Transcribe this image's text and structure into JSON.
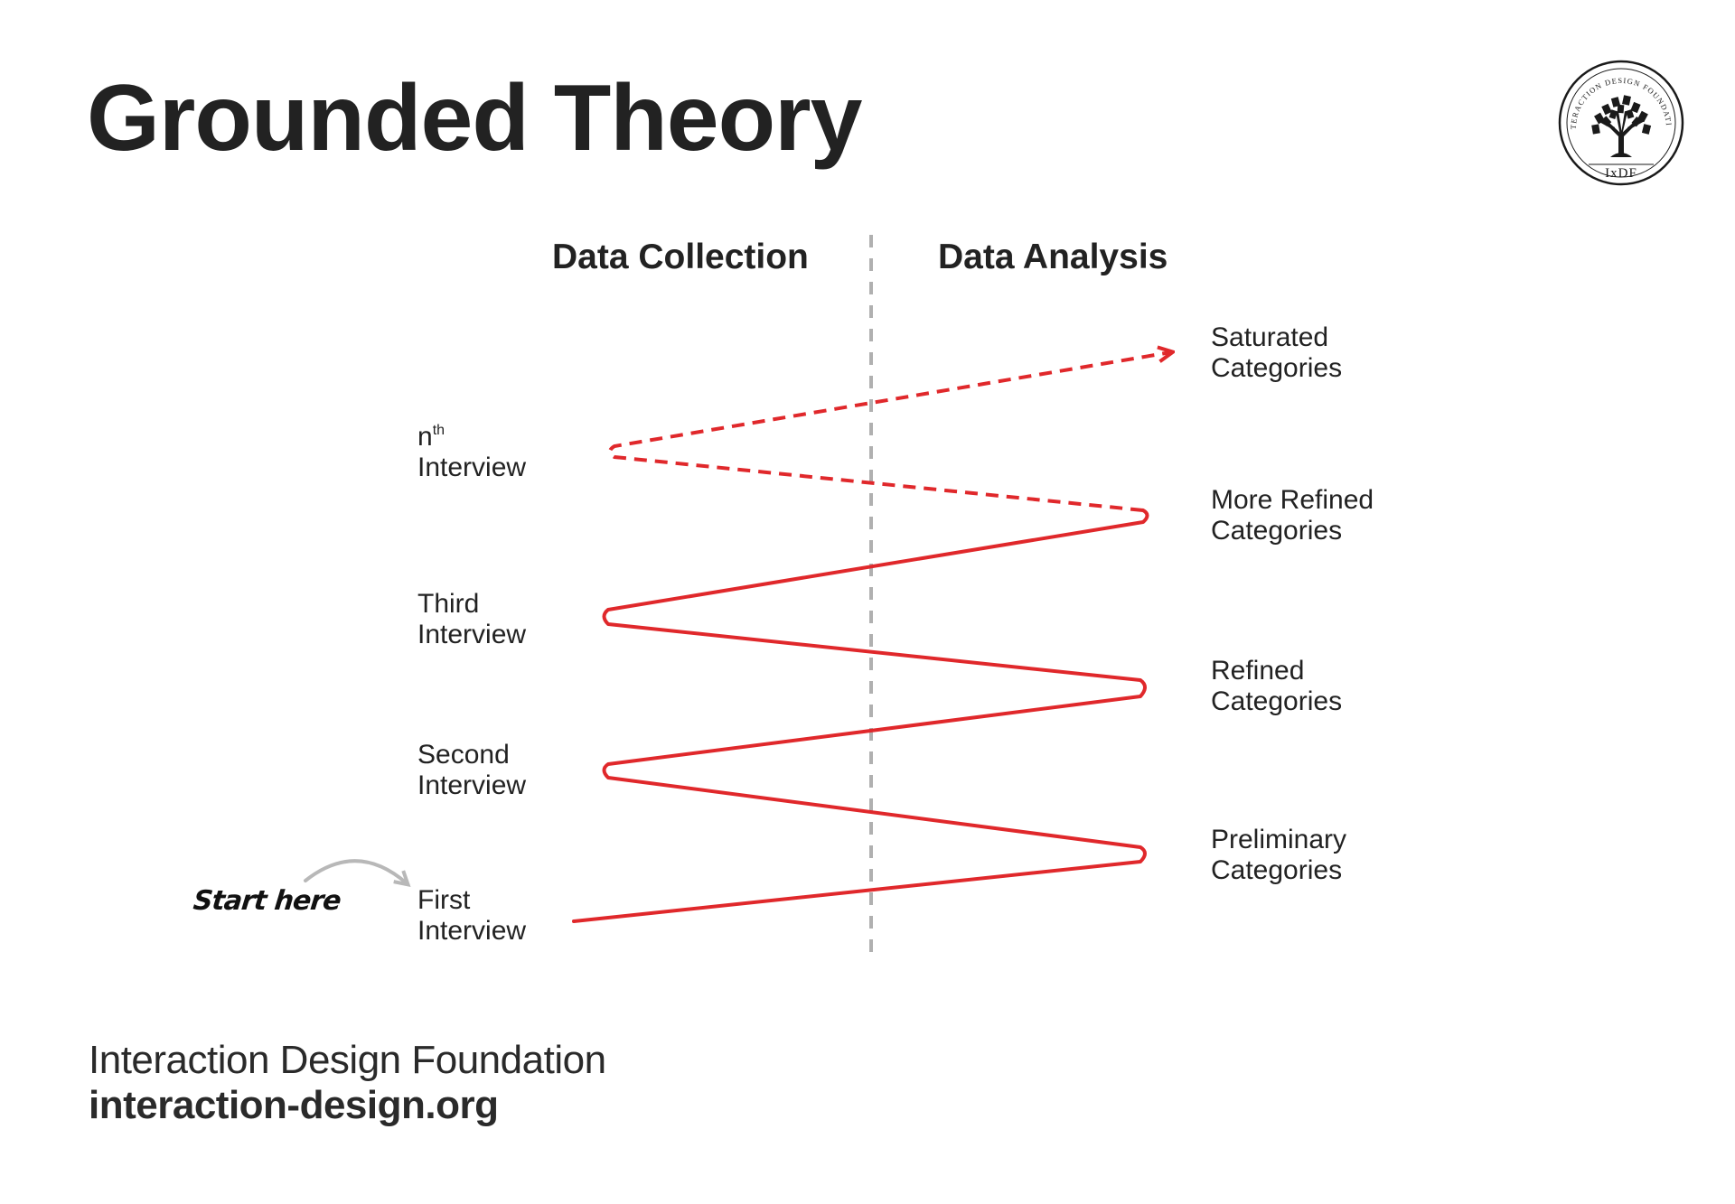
{
  "title": "Grounded Theory",
  "logo": {
    "ring_text": "INTERACTION DESIGN FOUNDATION",
    "abbr": "IxDF",
    "icon": "tree-icon"
  },
  "columns": {
    "collection": "Data Collection",
    "analysis": "Data Analysis"
  },
  "interviews": [
    {
      "line1": "First",
      "line2": "Interview"
    },
    {
      "line1": "Second",
      "line2": "Interview"
    },
    {
      "line1": "Third",
      "line2": "Interview"
    },
    {
      "line1": "n",
      "sup": "th",
      "line2": "Interview"
    }
  ],
  "categories": [
    {
      "line1": "Preliminary",
      "line2": "Categories"
    },
    {
      "line1": "Refined",
      "line2": "Categories"
    },
    {
      "line1": "More Refined",
      "line2": "Categories"
    },
    {
      "line1": "Saturated",
      "line2": "Categories"
    }
  ],
  "start_label": "Start here",
  "colors": {
    "path": "#e0282b",
    "divider": "#b0b0b0",
    "start_arrow": "#b8b8b8",
    "text": "#222222"
  },
  "footer": {
    "org": "Interaction Design Foundation",
    "url": "interaction-design.org"
  }
}
